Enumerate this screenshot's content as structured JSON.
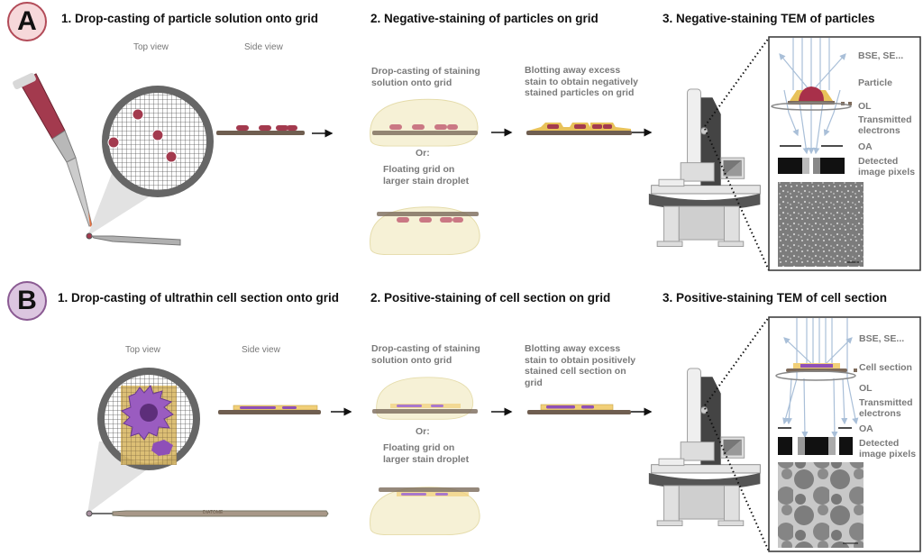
{
  "panel_a": {
    "badge": "A",
    "badge_fill": "#f6d8da",
    "badge_border": "#b24b58",
    "step1_title": "1. Drop-casting of particle solution onto grid",
    "step2_title": "2. Negative-staining of particles on grid",
    "step3_title": "3. Negative-staining TEM of particles",
    "top_view": "Top view",
    "side_view": "Side view",
    "dropcast_text": "Drop-casting of staining solution onto grid",
    "or_text": "Or:",
    "floating_text": "Floating grid on larger stain droplet",
    "blotting_text": "Blotting away excess stain to obtain negatively stained particles on grid",
    "tem_labels": {
      "bse": "BSE, SE...",
      "specimen": "Particle",
      "ol": "OL",
      "transmitted": "Transmitted electrons",
      "oa": "OA",
      "detected": "Detected image pixels"
    },
    "specimen_color": "#a8304a"
  },
  "panel_b": {
    "badge": "B",
    "badge_fill": "#dcc6e0",
    "badge_border": "#8a5a92",
    "step1_title": "1. Drop-casting of ultrathin cell section onto grid",
    "step2_title": "2. Positive-staining of cell section on grid",
    "step3_title": "3. Positive-staining TEM of cell section",
    "top_view": "Top view",
    "side_view": "Side view",
    "dropcast_text": "Drop-casting of staining solution onto grid",
    "or_text": "Or:",
    "floating_text": "Floating grid on larger stain droplet",
    "blotting_text": "Blotting away excess stain to obtain positively stained cell section on grid",
    "tem_labels": {
      "bse": "BSE, SE...",
      "specimen": "Cell section",
      "ol": "OL",
      "transmitted": "Transmitted electrons",
      "oa": "OA",
      "detected": "Detected image pixels"
    },
    "specimen_color": "#8e4fb8",
    "tool_logo": "DIATOME"
  }
}
